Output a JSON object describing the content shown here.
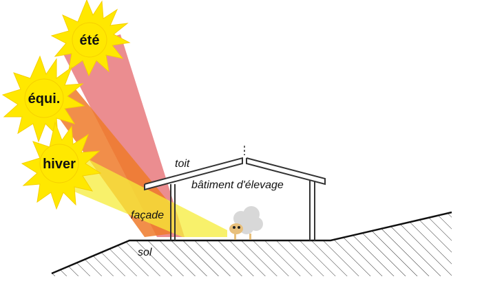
{
  "suns": {
    "summer": "été",
    "equinox": "équi.",
    "winter": "hiver"
  },
  "labels": {
    "roof": "toit",
    "building": "bâtiment d'élevage",
    "facade": "façade",
    "ground": "sol"
  },
  "colors": {
    "summer_beam": "#e8797c",
    "equinox_beam": "#ee7a2a",
    "winter_beam": "#f5ec3a",
    "sun_fill": "#ffe800",
    "sun_stroke": "#f6d000",
    "ground_line": "#111111",
    "building_line": "#333333"
  }
}
